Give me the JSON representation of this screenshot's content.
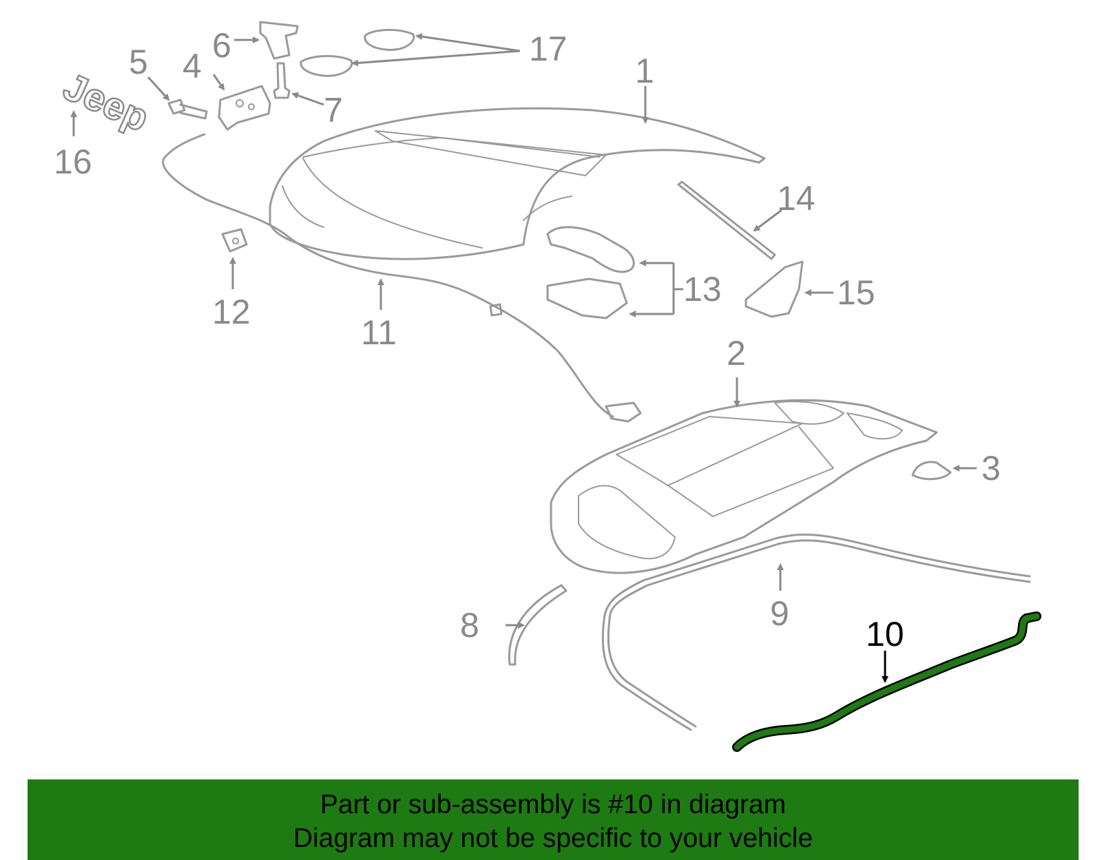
{
  "callouts": [
    "1",
    "2",
    "3",
    "4",
    "5",
    "6",
    "7",
    "8",
    "9",
    "10",
    "11",
    "12",
    "13",
    "14",
    "15",
    "16",
    "17"
  ],
  "highlighted_part": "10",
  "emblem_text": "Jeep",
  "colors": {
    "highlight": "#1e7a12",
    "parts": "#9a9a9a",
    "labels": "#8a8a8a",
    "banner": "#1e7a12"
  },
  "banner": {
    "line1": "Part or sub-assembly is #10 in diagram",
    "line2": "Diagram may not be specific to your vehicle"
  }
}
